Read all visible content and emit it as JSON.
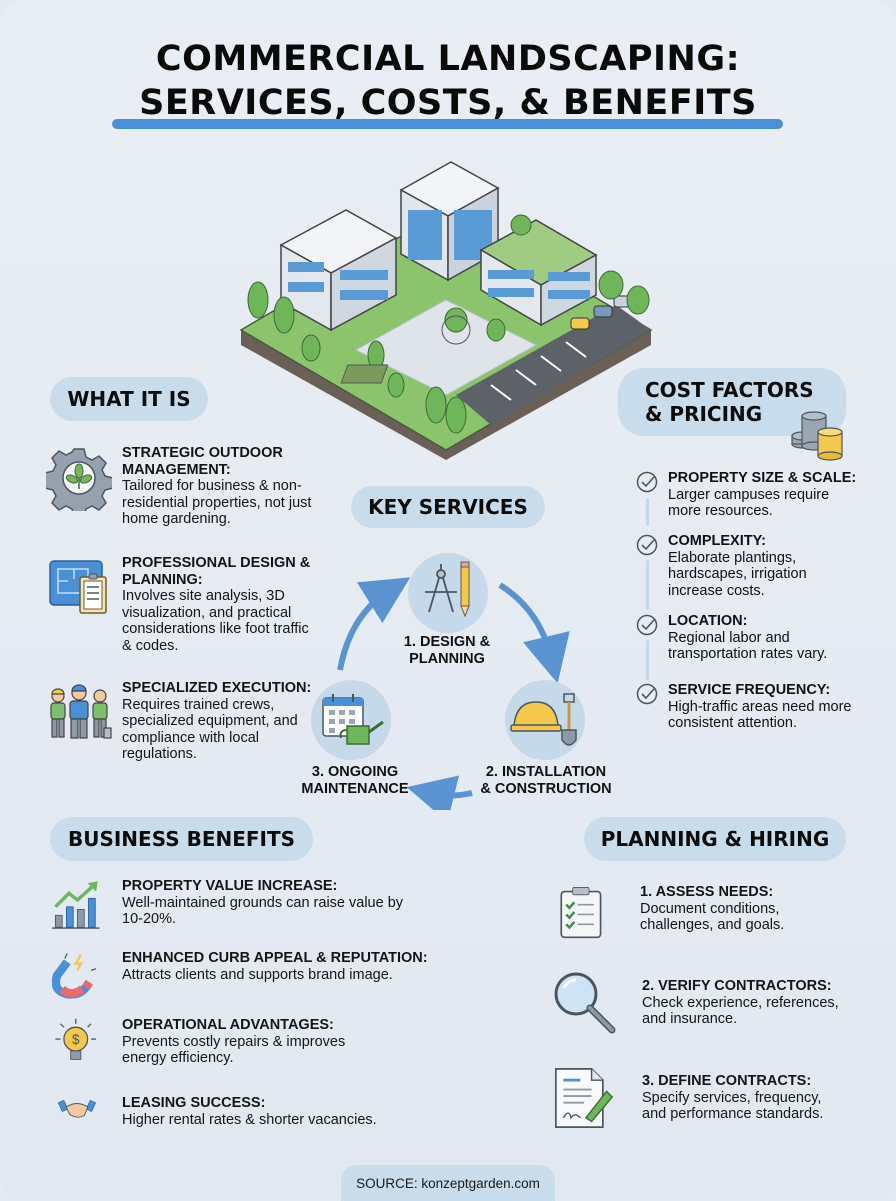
{
  "title": {
    "line1": "COMMERCIAL LANDSCAPING:",
    "line2": "SERVICES, COSTS, & BENEFITS",
    "underline_color": "#4a90d9"
  },
  "hero": {
    "illustration": "isometric-commercial-campus"
  },
  "what_it_is": {
    "heading": "WHAT IT IS",
    "items": [
      {
        "icon": "gear-plant-icon",
        "title": "STRATEGIC OUTDOOR MANAGEMENT:",
        "body": "Tailored for business & non-residential properties, not just home gardening."
      },
      {
        "icon": "blueprint-clipboard-icon",
        "title": "PROFESSIONAL DESIGN & PLANNING:",
        "body": "Involves site analysis, 3D visualization, and practical considerations like foot traffic & codes."
      },
      {
        "icon": "crew-workers-icon",
        "title": "SPECIALIZED EXECUTION:",
        "body": "Requires trained crews, specialized equipment, and compliance with local regulations."
      }
    ]
  },
  "key_services": {
    "heading": "KEY SERVICES",
    "steps": [
      {
        "icon": "compass-pencil-icon",
        "label_line1": "1. DESIGN &",
        "label_line2": "PLANNING"
      },
      {
        "icon": "hardhat-shovel-icon",
        "label_line1": "2. INSTALLATION",
        "label_line2": "& CONSTRUCTION"
      },
      {
        "icon": "calendar-watering-can-icon",
        "label_line1": "3. ONGOING",
        "label_line2": "MAINTENANCE"
      }
    ]
  },
  "cost_factors": {
    "heading_line1": "COST FACTORS",
    "heading_line2": "& PRICING",
    "icon": "coin-stacks-icon",
    "items": [
      {
        "title": "PROPERTY SIZE & SCALE:",
        "body": "Larger campuses require more resources."
      },
      {
        "title": "COMPLEXITY:",
        "body": "Elaborate plantings, hardscapes, irrigation increase costs."
      },
      {
        "title": "LOCATION:",
        "body": "Regional labor and transportation rates vary."
      },
      {
        "title": "SERVICE FREQUENCY:",
        "body": "High-traffic areas need more consistent attention."
      }
    ]
  },
  "business_benefits": {
    "heading": "BUSINESS BENEFITS",
    "items": [
      {
        "icon": "rising-bar-chart-icon",
        "title": "PROPERTY VALUE INCREASE:",
        "body": "Well-maintained grounds can raise value by 10-20%."
      },
      {
        "icon": "magnet-icon",
        "title": "ENHANCED CURB APPEAL & REPUTATION:",
        "body": "Attracts clients and supports brand image."
      },
      {
        "icon": "lightbulb-dollar-icon",
        "title": "OPERATIONAL ADVANTAGES:",
        "body": "Prevents costly repairs & improves energy efficiency."
      },
      {
        "icon": "handshake-icon",
        "title": "LEASING SUCCESS:",
        "body": "Higher rental rates & shorter vacancies."
      }
    ]
  },
  "planning_hiring": {
    "heading": "PLANNING & HIRING",
    "items": [
      {
        "icon": "checklist-clipboard-icon",
        "title": "1. ASSESS NEEDS:",
        "body": "Document conditions, challenges, and goals."
      },
      {
        "icon": "magnifying-glass-icon",
        "title": "2. VERIFY CONTRACTORS:",
        "body": "Check experience, references, and insurance."
      },
      {
        "icon": "signed-contract-icon",
        "title": "3. DEFINE CONTRACTS:",
        "body": "Specify services, frequency, and performance standards."
      }
    ]
  },
  "source": "SOURCE: konzeptgarden.com",
  "colors": {
    "background": "#e6ecf2",
    "pill": "#c9dcec",
    "accent_blue": "#4a90d9",
    "green": "#6fb55a",
    "gray": "#8e99a6",
    "yellow": "#f2c94c"
  }
}
